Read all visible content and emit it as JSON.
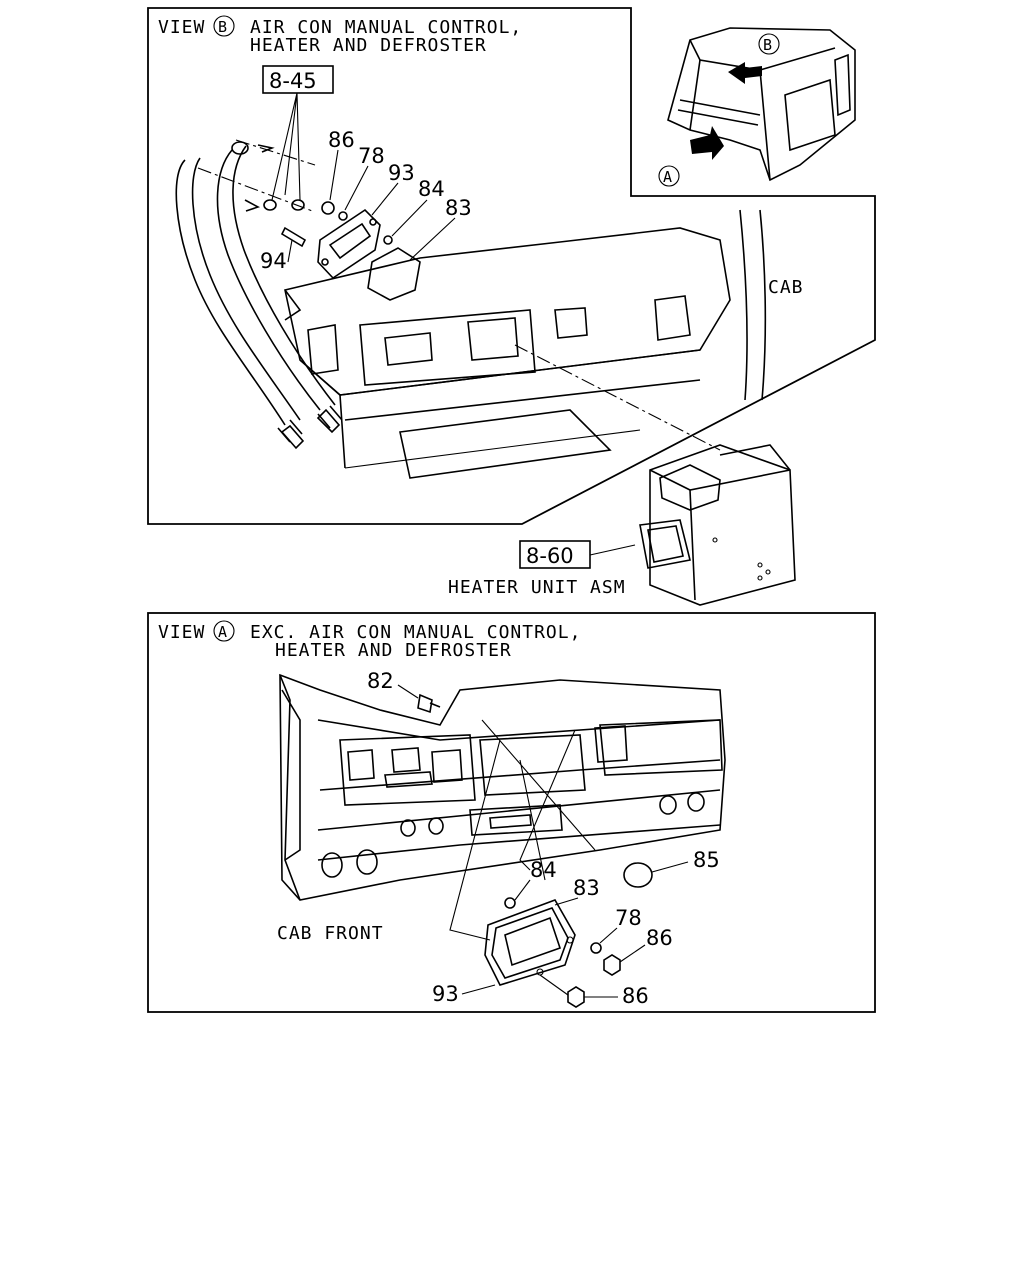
{
  "view_b": {
    "title_line1": "VIEW",
    "circle": "B",
    "title_line2": "AIR CON MANUAL CONTROL,",
    "title_line3": "HEATER AND DEFROSTER",
    "ref_box": "8-45",
    "cab_label": "CAB",
    "parts": [
      "86",
      "78",
      "93",
      "84",
      "83",
      "94"
    ]
  },
  "inset": {
    "circle_a": "A",
    "circle_b": "B"
  },
  "heater": {
    "ref_box": "8-60",
    "label": "HEATER UNIT ASM"
  },
  "view_a": {
    "title_line1": "VIEW",
    "circle": "A",
    "title_line2": "EXC. AIR CON MANUAL CONTROL,",
    "title_line3": "HEATER AND DEFROSTER",
    "cab_front_label": "CAB FRONT",
    "parts": [
      "82",
      "85",
      "84",
      "83",
      "78",
      "86",
      "93",
      "86"
    ]
  }
}
